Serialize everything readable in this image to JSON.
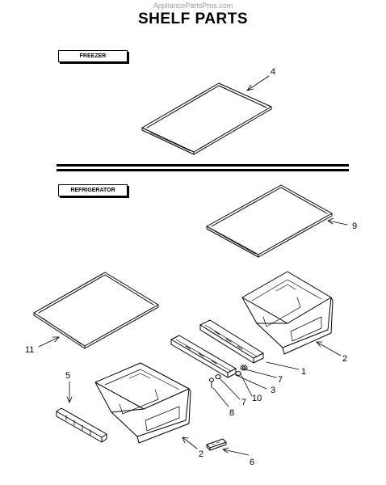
{
  "watermark": "AppliancePartsPros.com",
  "title": "SHELF PARTS",
  "sections": {
    "freezer": "FREEZER",
    "refrigerator": "REFRIGERATOR"
  },
  "callouts": {
    "c1": "1",
    "c2a": "2",
    "c2b": "2",
    "c3": "3",
    "c4": "4",
    "c5": "5",
    "c6": "6",
    "c7a": "7",
    "c7b": "7",
    "c8": "8",
    "c9": "9",
    "c10": "10",
    "c11": "11"
  }
}
